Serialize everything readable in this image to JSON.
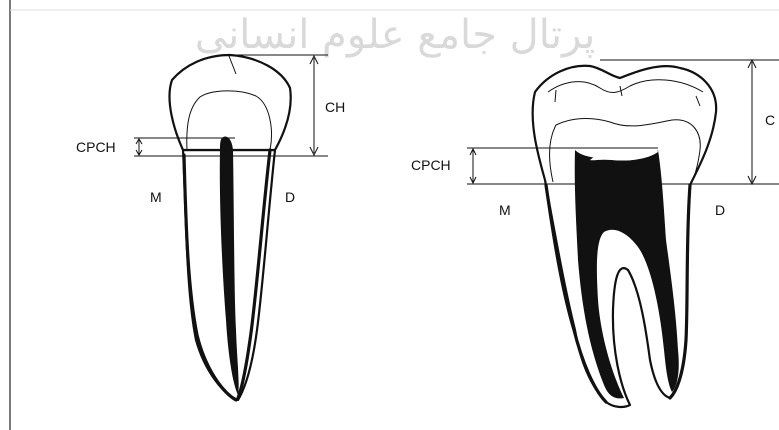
{
  "watermark": "پرتال جامع علوم انسانی",
  "premolar": {
    "ch_label": "CH",
    "cpch_label": "CPCH",
    "mesial_label": "M",
    "distal_label": "D"
  },
  "molar": {
    "ch_label": "C",
    "cpch_label": "CPCH",
    "mesial_label": "M",
    "distal_label": "D"
  }
}
